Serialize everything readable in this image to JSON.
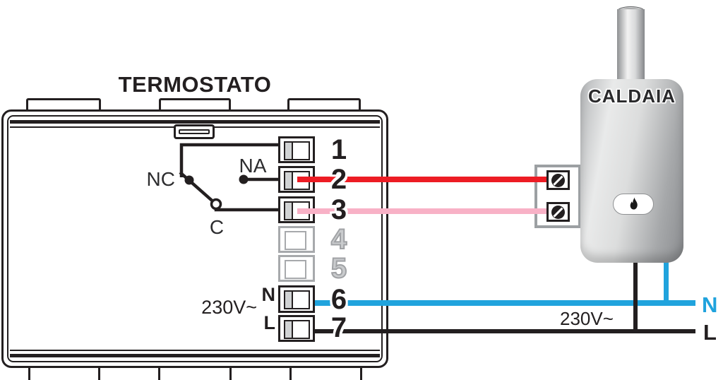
{
  "diagram": {
    "thermostat": {
      "title": "TERMOSTATO",
      "switch": {
        "nc_label": "NC",
        "na_label": "NA",
        "c_label": "C"
      },
      "terminals": [
        {
          "number": "1",
          "active": true,
          "wire": null
        },
        {
          "number": "2",
          "active": true,
          "wire": "red"
        },
        {
          "number": "3",
          "active": true,
          "wire": "pink"
        },
        {
          "number": "4",
          "active": false,
          "wire": null
        },
        {
          "number": "5",
          "active": false,
          "wire": null
        },
        {
          "number": "6",
          "active": true,
          "wire": "blue",
          "label": "N"
        },
        {
          "number": "7",
          "active": true,
          "wire": "black",
          "label": "L"
        }
      ],
      "supply_label": "230V~"
    },
    "boiler": {
      "label": "CALDAIA",
      "flame_icon": "flame-icon",
      "screw_icon": "screw-terminal-icon"
    },
    "mains": {
      "voltage_label": "230V~",
      "neutral_label": "N",
      "line_label": "L"
    },
    "wire_colors": {
      "red": "#ed1c24",
      "pink": "#f8b1c6",
      "blue": "#20a3dd",
      "black": "#231f20",
      "inactive_gray": "#a7a9ac"
    }
  }
}
